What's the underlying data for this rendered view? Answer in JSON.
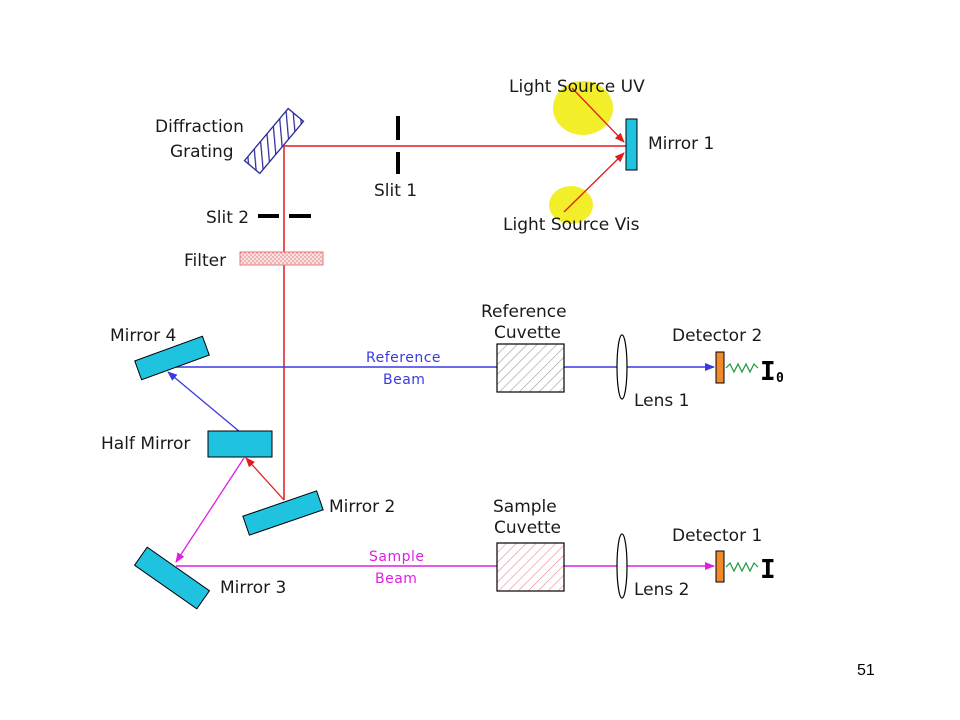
{
  "labels": {
    "light_source_uv": "Light Source UV",
    "light_source_vis": "Light Source Vis",
    "mirror1": "Mirror 1",
    "diffraction_grating_line1": "Diffraction",
    "diffraction_grating_line2": "Grating",
    "slit1": "Slit 1",
    "slit2": "Slit 2",
    "filter": "Filter",
    "mirror4": "Mirror 4",
    "half_mirror": "Half Mirror",
    "mirror2": "Mirror 2",
    "mirror3": "Mirror 3",
    "reference_beam_line1": "Reference",
    "reference_beam_line2": "Beam",
    "sample_beam_line1": "Sample",
    "sample_beam_line2": "Beam",
    "reference_cuvette_line1": "Reference",
    "reference_cuvette_line2": "Cuvette",
    "sample_cuvette_line1": "Sample",
    "sample_cuvette_line2": "Cuvette",
    "lens1": "Lens 1",
    "lens2": "Lens 2",
    "detector2": "Detector 2",
    "detector1": "Detector 1",
    "intensity_ref": "I",
    "intensity_ref_sub": "0",
    "intensity_sample": "I"
  },
  "colors": {
    "red_beam": "#e41a1a",
    "blue_beam": "#3a3ae0",
    "magenta_beam": "#e020e0",
    "mirror_fill": "#1fc3e0",
    "lamp_fill": "#f2ef2a",
    "detector_fill": "#f08a2a"
  },
  "page_number": "51"
}
